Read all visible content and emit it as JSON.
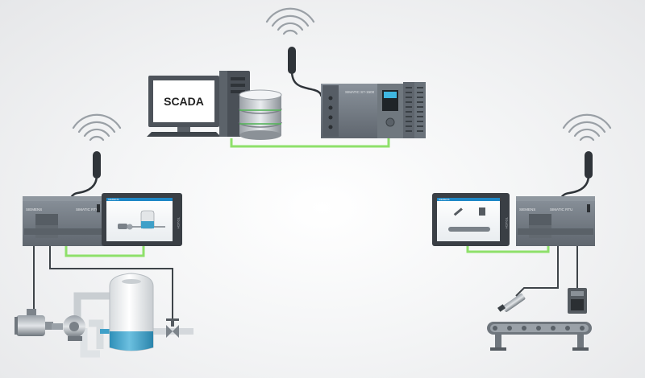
{
  "scada": {
    "monitor_label": "SCADA"
  },
  "master_plc": {
    "model_label": "SIMATIC S7-1500"
  },
  "rtu_left": {
    "brand_label": "SIEMENS",
    "model_label": "SIMATIC RTU",
    "hmi_brand": "SIEMENS",
    "hmi_side": "TOUCH"
  },
  "rtu_right": {
    "brand_label": "SIEMENS",
    "model_label": "SIMATIC RTU",
    "hmi_brand": "SIEMENS",
    "hmi_side": "TOUCH"
  },
  "colors": {
    "network_link": "#8ee06a",
    "device_body": "#6f7780",
    "device_dark": "#4a5058",
    "screen_bezel": "#3a3f45",
    "water": "#3fa0c8"
  }
}
